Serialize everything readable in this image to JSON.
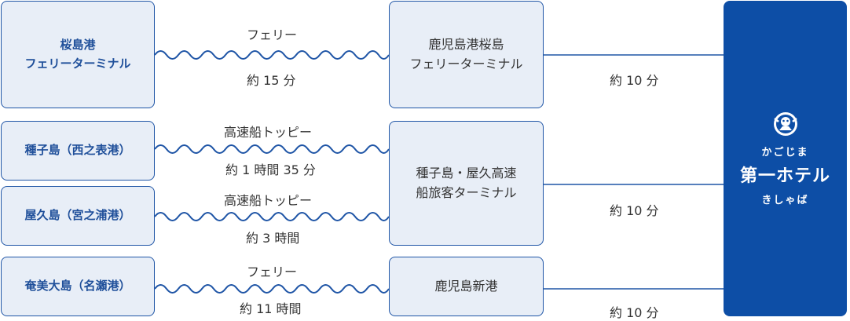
{
  "origins": [
    {
      "line1": "桜島港",
      "line2": "フェリーターミナル"
    },
    {
      "line1": "種子島（西之表港）"
    },
    {
      "line1": "屋久島（宮之浦港）"
    },
    {
      "line1": "奄美大島（名瀬港）"
    }
  ],
  "routes": [
    {
      "mode": "フェリー",
      "time": "約 15 分"
    },
    {
      "mode": "高速船トッピー",
      "time": "約 1 時間 35 分"
    },
    {
      "mode": "高速船トッピー",
      "time": "約 3 時間"
    },
    {
      "mode": "フェリー",
      "time": "約 11 時間"
    }
  ],
  "terminals": [
    {
      "line1": "鹿児島港桜島",
      "line2": "フェリーターミナル"
    },
    {
      "line1": "種子島・屋久高速",
      "line2": "船旅客ターミナル"
    },
    {
      "line1": "鹿児島新港"
    }
  ],
  "transfer_times": [
    "約 10 分",
    "約 10 分",
    "約 10 分"
  ],
  "hotel": {
    "icon": "hotel-mascot-icon",
    "name_top": "かごじま",
    "name_main": "第一ホテル",
    "name_bottom": "きしゃば"
  },
  "colors": {
    "accent": "#1f55a6",
    "hotel_bg": "#0d4ea6",
    "box_bg": "#e8eef7"
  }
}
